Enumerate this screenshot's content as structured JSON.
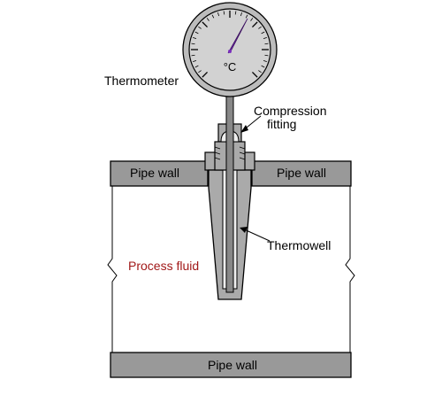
{
  "labels": {
    "thermometer": "Thermometer",
    "compression_fitting_line1": "Compression",
    "compression_fitting_line2": "fitting",
    "pipe_wall_top_left": "Pipe wall",
    "pipe_wall_top_right": "Pipe wall",
    "pipe_wall_bottom": "Pipe wall",
    "thermowell": "Thermowell",
    "process_fluid": "Process fluid",
    "dial_unit": "°C"
  },
  "colors": {
    "pipe_wall": "#999999",
    "gauge_face": "#d2d2d2",
    "metal": "#aaaaaa",
    "needle": "#7b2fbe",
    "process_fluid_text": "#a11818",
    "outline": "#000000"
  }
}
